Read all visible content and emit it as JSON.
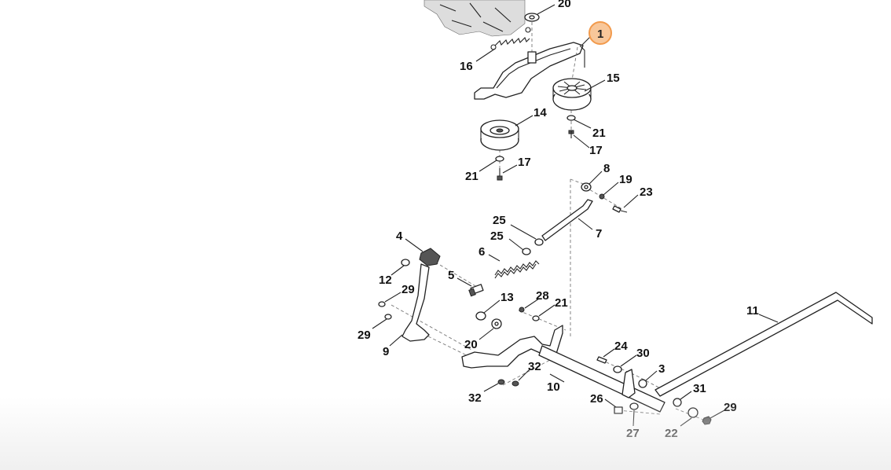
{
  "diagram": {
    "highlighted_callout": "1",
    "highlight_color": "#f29a4c",
    "callouts": [
      {
        "id": "c20a",
        "label": "20"
      },
      {
        "id": "c1",
        "label": "1"
      },
      {
        "id": "c16",
        "label": "16"
      },
      {
        "id": "c15",
        "label": "15"
      },
      {
        "id": "c14",
        "label": "14"
      },
      {
        "id": "c21a",
        "label": "21"
      },
      {
        "id": "c17a",
        "label": "17"
      },
      {
        "id": "c17b",
        "label": "17"
      },
      {
        "id": "c21b",
        "label": "21"
      },
      {
        "id": "c8",
        "label": "8"
      },
      {
        "id": "c19",
        "label": "19"
      },
      {
        "id": "c23",
        "label": "23"
      },
      {
        "id": "c25a",
        "label": "25"
      },
      {
        "id": "c25b",
        "label": "25"
      },
      {
        "id": "c7",
        "label": "7"
      },
      {
        "id": "c4",
        "label": "4"
      },
      {
        "id": "c6",
        "label": "6"
      },
      {
        "id": "c5",
        "label": "5"
      },
      {
        "id": "c12",
        "label": "12"
      },
      {
        "id": "c29a",
        "label": "29"
      },
      {
        "id": "c29b",
        "label": "29"
      },
      {
        "id": "c13",
        "label": "13"
      },
      {
        "id": "c28",
        "label": "28"
      },
      {
        "id": "c21c",
        "label": "21"
      },
      {
        "id": "c11",
        "label": "11"
      },
      {
        "id": "c20b",
        "label": "20"
      },
      {
        "id": "c9",
        "label": "9"
      },
      {
        "id": "c24",
        "label": "24"
      },
      {
        "id": "c30",
        "label": "30"
      },
      {
        "id": "c3",
        "label": "3"
      },
      {
        "id": "c32a",
        "label": "32"
      },
      {
        "id": "c32b",
        "label": "32"
      },
      {
        "id": "c10",
        "label": "10"
      },
      {
        "id": "c31",
        "label": "31"
      },
      {
        "id": "c26",
        "label": "26"
      },
      {
        "id": "c29c",
        "label": "29"
      },
      {
        "id": "c27",
        "label": "27"
      },
      {
        "id": "c22",
        "label": "22"
      }
    ]
  }
}
